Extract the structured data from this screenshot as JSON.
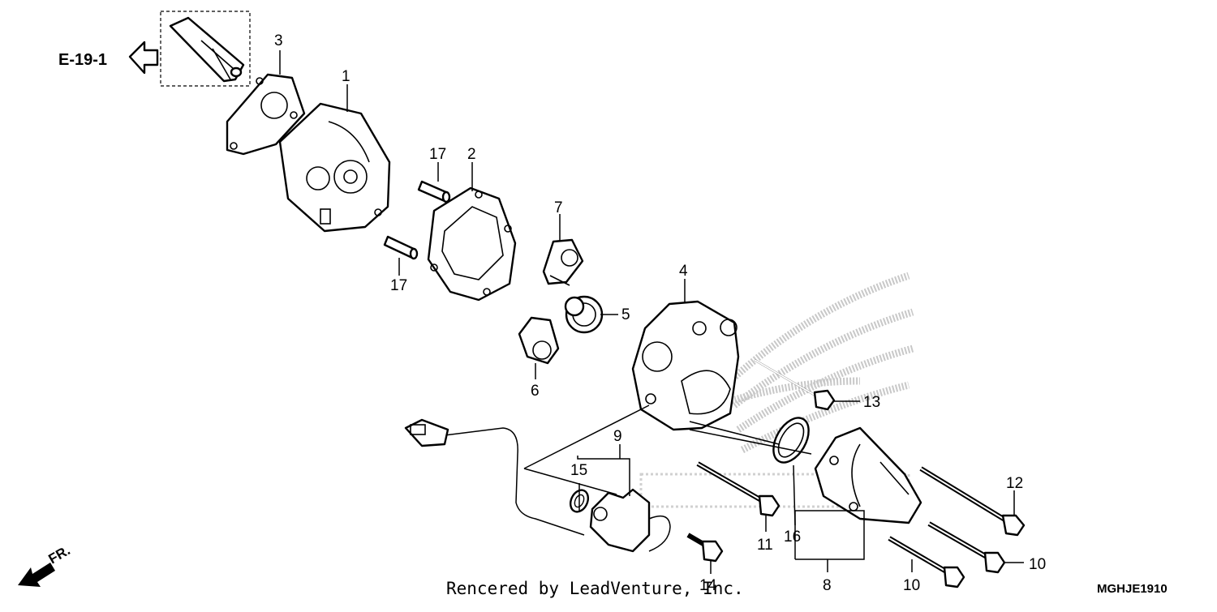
{
  "diagram": {
    "reference_label": "E-19-1",
    "front_label": "FR.",
    "credit": "Rencered by LeadVenture, Inc.",
    "diagram_code": "MGHJE1910",
    "callouts": {
      "c1": "1",
      "c2": "2",
      "c3": "3",
      "c4": "4",
      "c5": "5",
      "c6": "6",
      "c7": "7",
      "c8": "8",
      "c9": "9",
      "c10a": "10",
      "c10b": "10",
      "c11": "11",
      "c12": "12",
      "c13": "13",
      "c14": "14",
      "c15": "15",
      "c16": "16",
      "c17a": "17",
      "c17b": "17"
    }
  }
}
